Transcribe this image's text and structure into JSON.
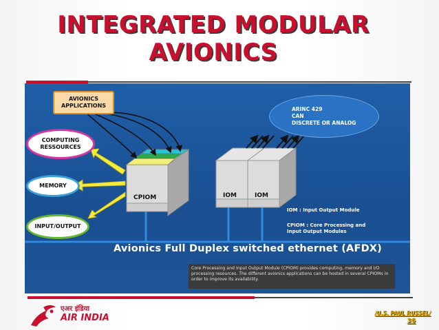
{
  "slide": {
    "title_line1": "INTEGRATED MODULAR",
    "title_line2": "AVIONICS"
  },
  "diagram": {
    "applications_line1": "AVIONICS",
    "applications_line2": "APPLICATIONS",
    "computing_line1": "COMPUTING",
    "computing_line2": "RESSOURCES",
    "memory": "MEMORY",
    "input_output": "INPUT/OUTPUT",
    "arinc_lines": [
      "ARINC 429",
      "CAN",
      "DISCRETE OR ANALOG"
    ],
    "cpiom_label": "CPIOM",
    "iom_label_1": "IOM",
    "iom_label_2": "IOM",
    "legend_iom": "IOM : Input Output Module",
    "legend_cpiom_line1": "CPIOM : Core Processing and",
    "legend_cpiom_line2": "Input Output Modules",
    "afdx_label": "Avionics Full Duplex switched ethernet (AFDX)",
    "note": "Core Processing and Input Output Module (CPIOM) provides computing, memory and I/O processing resources. The different avionics applications can be hosted in several CPIOMs in order to improve its availability."
  },
  "footer": {
    "logo_hindi": "एअर इंडिया",
    "logo_text": "AIR INDIA",
    "author": "/U.S. PAUL RUSSEL/",
    "page_number": "36"
  },
  "colors": {
    "title_red": "#c8102e",
    "diagram_blue": "#1f5fa8",
    "author_gold": "#d9a300"
  }
}
